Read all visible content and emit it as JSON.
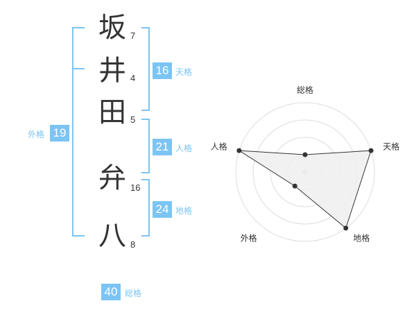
{
  "name_chars": [
    {
      "char": "坂",
      "strokes": "7"
    },
    {
      "char": "井",
      "strokes": "4"
    },
    {
      "char": "田",
      "strokes": "5"
    },
    {
      "char": "弁",
      "strokes": "16"
    },
    {
      "char": "八",
      "strokes": "8"
    }
  ],
  "kaku": {
    "tenkaku": {
      "value": "16",
      "label": "天格"
    },
    "jinkaku": {
      "value": "21",
      "label": "人格"
    },
    "chikaku": {
      "value": "24",
      "label": "地格"
    },
    "gaikaku": {
      "value": "19",
      "label": "外格"
    },
    "soukaku": {
      "value": "40",
      "label": "総格"
    }
  },
  "colors": {
    "accent": "#7cc4f4",
    "text": "#333333",
    "radar_fill": "#eeeeee",
    "grid": "#dddddd"
  },
  "chart_data": {
    "type": "radar",
    "axes": [
      "総格",
      "天格",
      "地格",
      "外格",
      "人格"
    ],
    "values": [
      1,
      4,
      4,
      1,
      4
    ],
    "max": 4,
    "rings": 4
  }
}
